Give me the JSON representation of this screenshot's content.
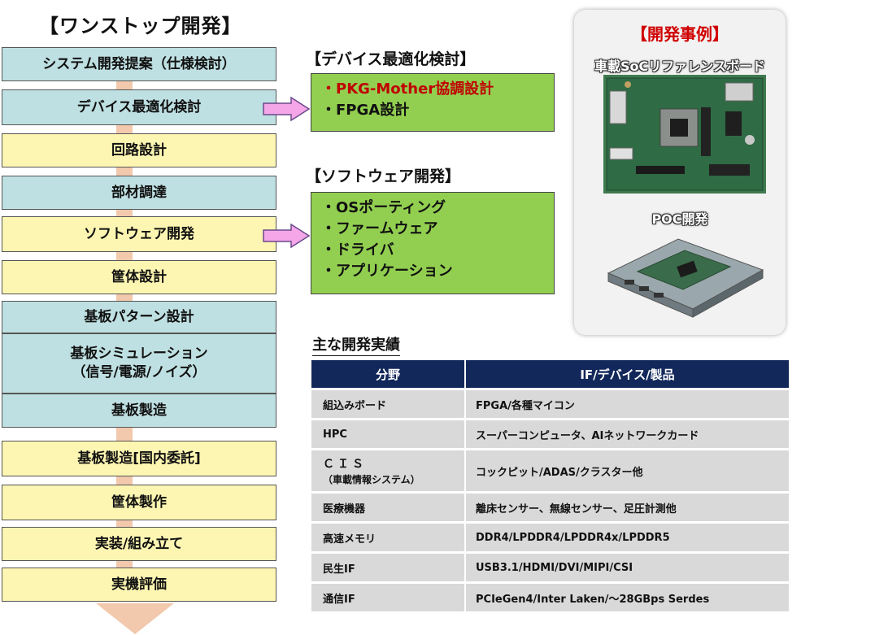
{
  "main_title": "【ワンストップ開発】",
  "flow_steps": [
    {
      "label": "システム開発提案（仕様検討）",
      "color": "blue"
    },
    {
      "label": "デバイス最適化検討",
      "color": "blue"
    },
    {
      "label": "回路設計",
      "color": "yellow"
    },
    {
      "label": "部材調達",
      "color": "blue"
    },
    {
      "label": "ソフトウェア開発",
      "color": "yellow"
    },
    {
      "label": "筐体設計",
      "color": "yellow"
    },
    {
      "label": "基板パターン設計",
      "color": "blue"
    },
    {
      "label": "基板シミュレーション",
      "label2": "（信号/電源/ノイズ）",
      "color": "blue"
    },
    {
      "label": "基板製造",
      "color": "blue"
    },
    {
      "label": "基板製造[国内委託]",
      "color": "yellow"
    },
    {
      "label": "筐体製作",
      "color": "yellow"
    },
    {
      "label": "実装/組み立て",
      "color": "yellow"
    },
    {
      "label": "実機評価",
      "color": "yellow"
    }
  ],
  "device_section": {
    "heading": "【デバイス最適化検討】",
    "items": [
      "・PKG-Mother協調設計",
      "・FPGA設計"
    ]
  },
  "software_section": {
    "heading": "【ソフトウェア開発】",
    "items": [
      "・OSポーティング",
      "・ファームウェア",
      "・ドライバ",
      "・アプリケーション"
    ]
  },
  "case_panel": {
    "title": "【開発事例】",
    "board_label": "車載SoCリファレンスボード",
    "poc_label": "POC開発"
  },
  "achievements": {
    "heading": "主な開発実績",
    "columns": [
      "分野",
      "IF/デバイス/製品"
    ],
    "rows": [
      {
        "field": "組込みボード",
        "detail": "FPGA/各種マイコン"
      },
      {
        "field": "HPC",
        "detail": "スーパーコンピュータ、AIネットワークカード"
      },
      {
        "field": "ＣＩＳ",
        "field_sub": "（車載情報システム）",
        "detail": "コックピット/ADAS/クラスター他"
      },
      {
        "field": "医療機器",
        "detail": "離床センサー、無線センサー、足圧計測他"
      },
      {
        "field": "高速メモリ",
        "detail": "DDR4/LPDDR4/LPDDR4x/LPDDR5"
      },
      {
        "field": "民生IF",
        "detail": "USB3.1/HDMI/DVI/MIPI/CSI"
      },
      {
        "field": "通信IF",
        "detail": "PCIeGen4/Inter Laken/～28GBps Serdes"
      }
    ]
  },
  "colors": {
    "flow_blue": "#bfe0e2",
    "flow_yellow": "#fdf6b2",
    "green_box": "#92cf50",
    "highlight_red": "#c00000",
    "table_header": "#12285a",
    "table_row": "#d9d9d9",
    "arrow_pink": "#f5a6e8"
  }
}
